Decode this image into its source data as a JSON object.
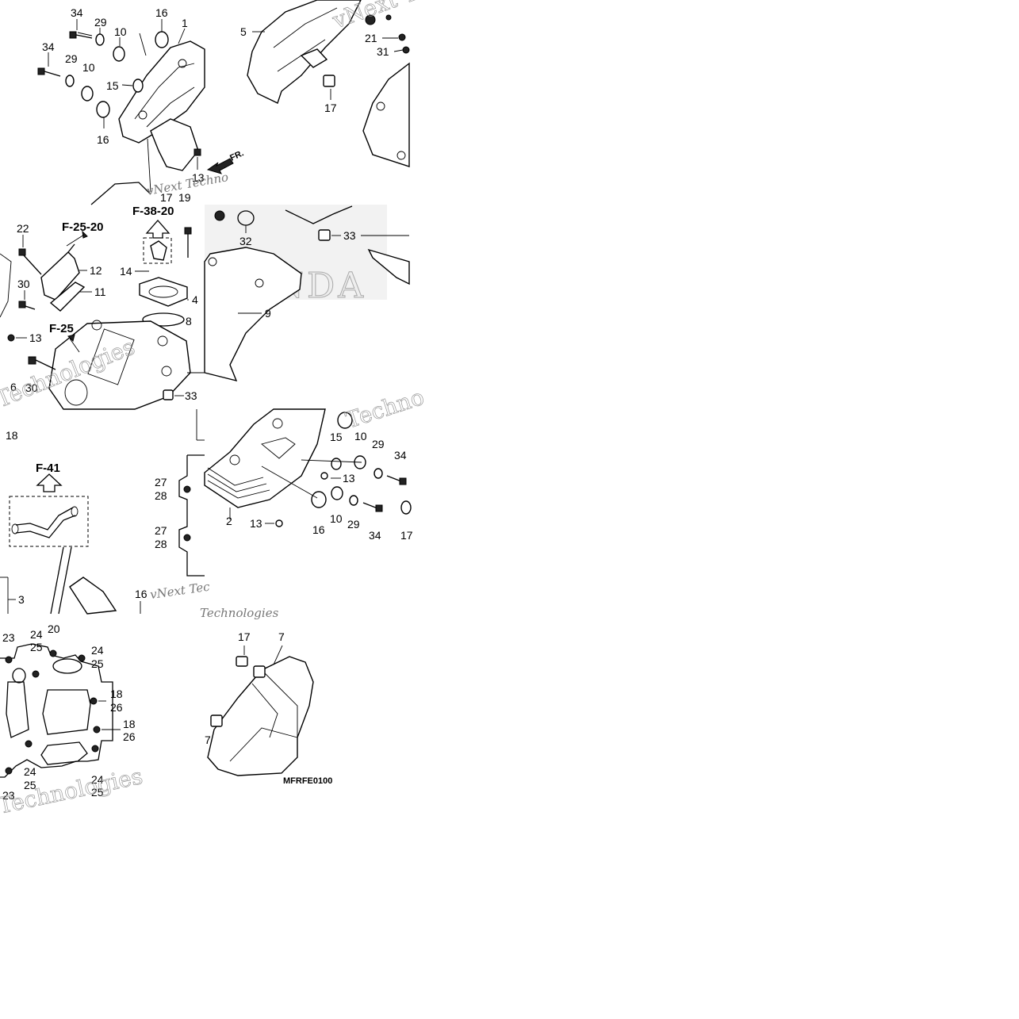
{
  "labels": {
    "tl": [
      {
        "t": "34"
      },
      {
        "t": "29"
      },
      {
        "t": "16"
      },
      {
        "t": "1"
      },
      {
        "t": "10"
      },
      {
        "t": "34"
      },
      {
        "t": "29"
      },
      {
        "t": "10"
      },
      {
        "t": "15"
      },
      {
        "t": "16"
      },
      {
        "t": "13"
      },
      {
        "t": "17"
      },
      {
        "t": "19"
      }
    ],
    "tm": [
      {
        "t": "5"
      },
      {
        "t": "21"
      },
      {
        "t": "31"
      },
      {
        "t": "17"
      }
    ],
    "ml": [
      {
        "t": "22"
      },
      {
        "t": "12"
      },
      {
        "t": "11"
      },
      {
        "t": "30"
      },
      {
        "t": "14"
      },
      {
        "t": "4"
      },
      {
        "t": "8"
      },
      {
        "t": "13"
      },
      {
        "t": "30"
      },
      {
        "t": "6"
      },
      {
        "t": "33"
      }
    ],
    "mm": [
      {
        "t": "32"
      },
      {
        "t": "33"
      },
      {
        "t": "9"
      }
    ],
    "ll": [
      {
        "t": "18"
      },
      {
        "t": "27"
      },
      {
        "t": "28"
      },
      {
        "t": "27"
      },
      {
        "t": "28"
      },
      {
        "t": "3"
      },
      {
        "t": "16"
      }
    ],
    "lm": [
      {
        "t": "15"
      },
      {
        "t": "10"
      },
      {
        "t": "29"
      },
      {
        "t": "34"
      },
      {
        "t": "13"
      },
      {
        "t": "2"
      },
      {
        "t": "13"
      },
      {
        "t": "16"
      },
      {
        "t": "10"
      },
      {
        "t": "29"
      },
      {
        "t": "34"
      },
      {
        "t": "17"
      }
    ],
    "bl": [
      {
        "t": "23"
      },
      {
        "t": "24"
      },
      {
        "t": "25"
      },
      {
        "t": "20"
      },
      {
        "t": "24"
      },
      {
        "t": "25"
      },
      {
        "t": "18"
      },
      {
        "t": "26"
      },
      {
        "t": "18"
      },
      {
        "t": "26"
      },
      {
        "t": "24"
      },
      {
        "t": "25"
      },
      {
        "t": "24"
      },
      {
        "t": "25"
      },
      {
        "t": "23"
      }
    ],
    "bm": [
      {
        "t": "17"
      },
      {
        "t": "7"
      },
      {
        "t": "7"
      }
    ]
  },
  "refs": {
    "f3820": "F-38-20",
    "f2520": "F-25-20",
    "f25": "F-25",
    "f41": "F-41",
    "fr": "FR."
  },
  "watermarks": [
    "vNext Techno",
    "vNext Tec",
    "Technologies",
    "vNext Tec",
    "Technologies",
    "Techno",
    "Technologies"
  ],
  "brand": "HONDA",
  "code": "MFRFE0100"
}
